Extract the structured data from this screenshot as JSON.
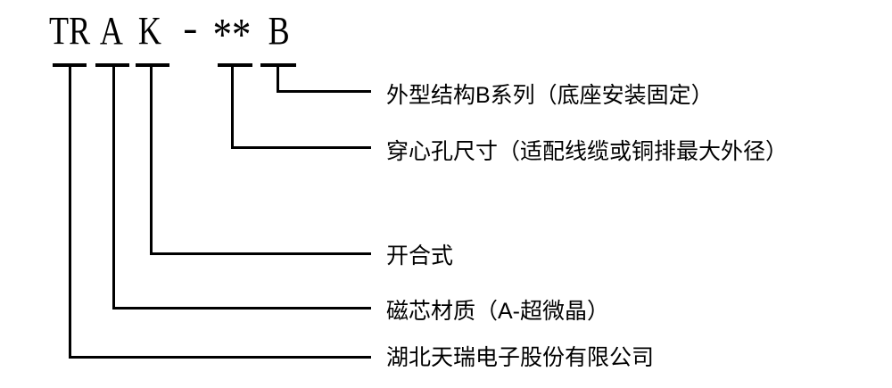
{
  "model": {
    "segments": [
      "TR",
      "A",
      "K",
      "-",
      "**",
      "B"
    ]
  },
  "labels": [
    "外型结构B系列（底座安装固定）",
    "穿心孔尺寸（适配线缆或铜排最大外径）",
    "开合式",
    "磁芯材质（A-超微晶）",
    "湖北天瑞电子股份有限公司"
  ],
  "colors": {
    "line": "#000000",
    "text": "#000000",
    "background": "#ffffff"
  }
}
